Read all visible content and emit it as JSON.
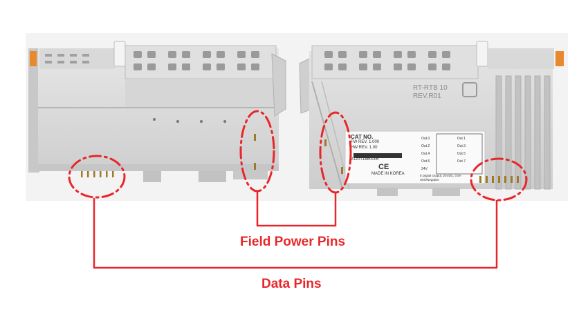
{
  "labels": {
    "field_power_pins": "Field Power Pins",
    "data_pins": "Data Pins"
  },
  "module_left": {
    "side_print_top": "..."
  },
  "module_right": {
    "top_label_line1": "RT-RTB 10",
    "top_label_line2": "REV.R01",
    "sticker": {
      "cat_no": "CAT NO.",
      "fw_rev": "FW REV. 1.000",
      "hw_rev": "HW REV. 1.00",
      "serial": "2120T1880006",
      "made_in": "MADE IN KOREA",
      "ce_mark": "CE",
      "output_spec": "8 Digital Output, 24VDC, 0.5A",
      "output_type": "Sink/Negative",
      "channels_left": [
        "Out.0",
        "Out.2",
        "Out.4",
        "Out.6",
        "24V"
      ],
      "channels_right": [
        "Out.1",
        "Out.3",
        "Out.5",
        "Out.7"
      ]
    }
  },
  "colors": {
    "accent": "#e8262a",
    "module_body": "#dcdcdc",
    "module_shadow": "#b9b9b9",
    "orange_stripe": "#e87a2c"
  }
}
